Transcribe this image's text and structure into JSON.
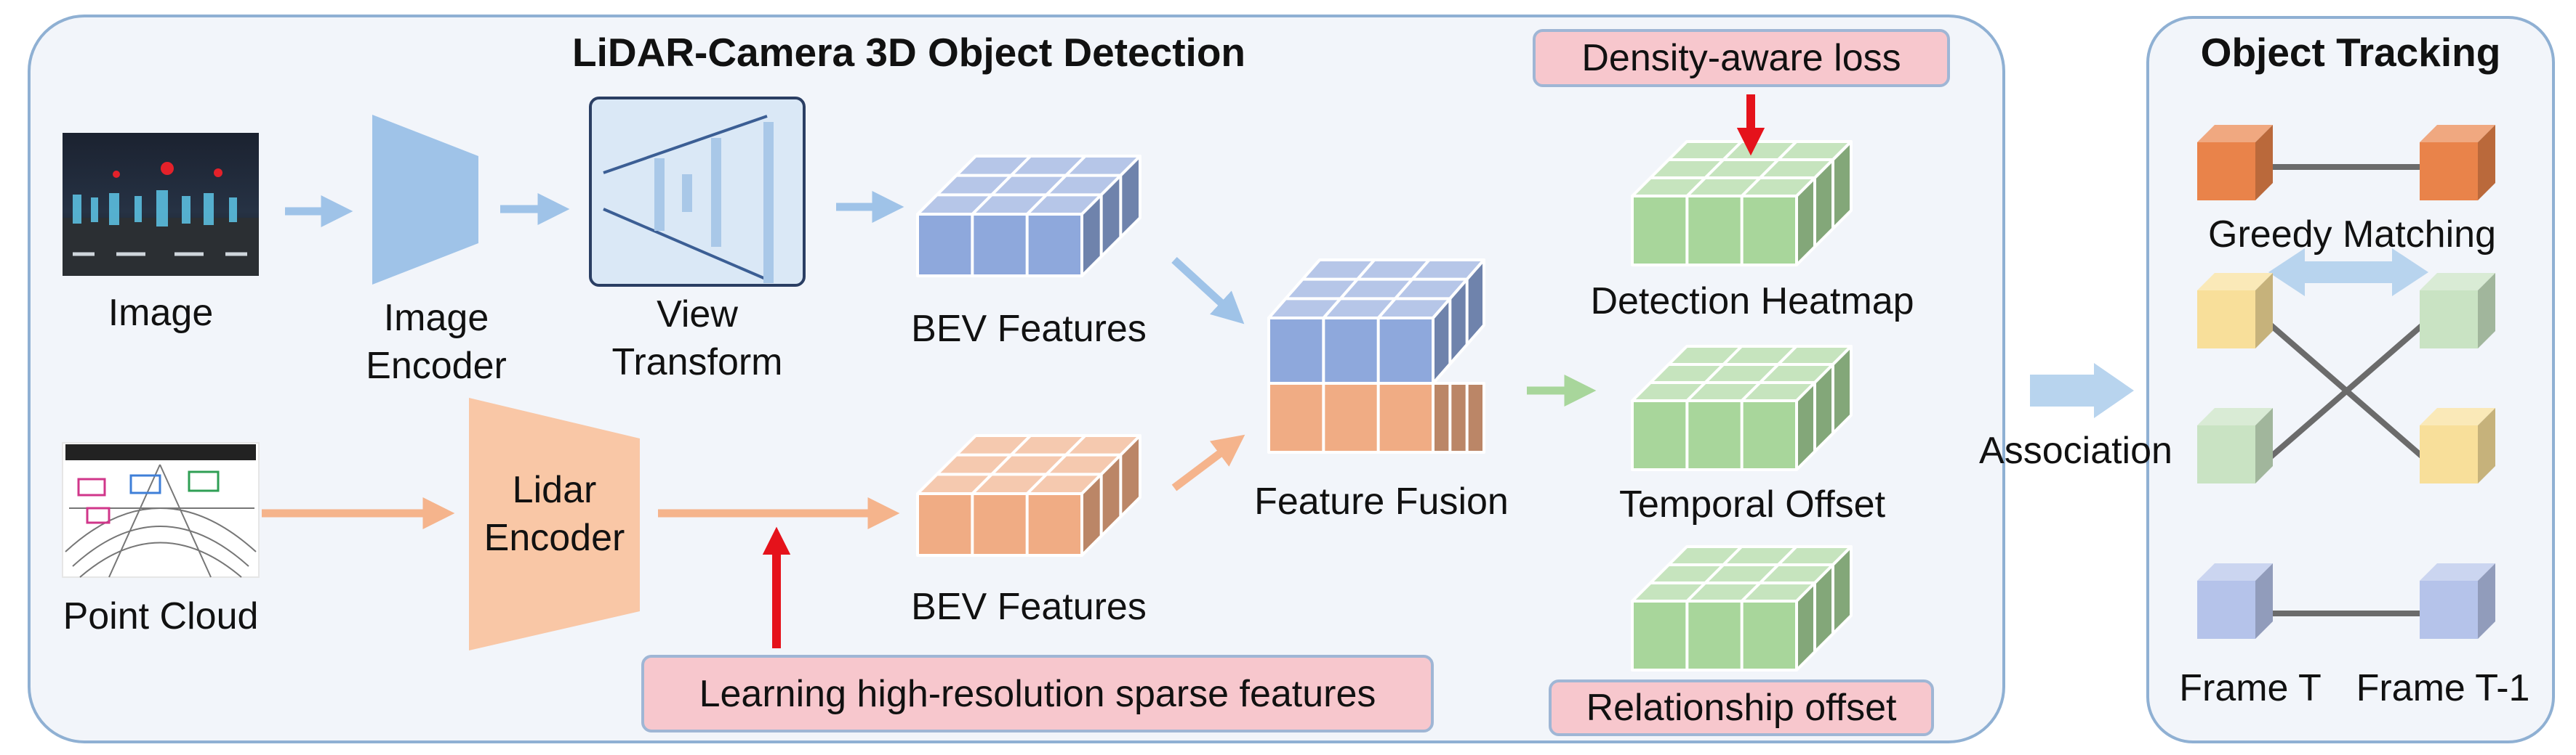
{
  "detection": {
    "title": "LiDAR-Camera 3D Object Detection",
    "image_label": "Image",
    "image_encoder_label": "Image\nEncoder",
    "view_transform_label": "View\nTransform",
    "bev_camera_label": "BEV Features",
    "point_cloud_label": "Point Cloud",
    "lidar_encoder_label": "Lidar\nEncoder",
    "bev_lidar_label": "BEV Features",
    "fusion_label": "Feature Fusion",
    "heatmap_label": "Detection Heatmap",
    "temporal_label": "Temporal Offset",
    "density_loss": "Density-aware loss",
    "sparse_features": "Learning high-resolution sparse features",
    "relationship_offset": "Relationship offset"
  },
  "association_label": "Association",
  "tracking": {
    "title": "Object Tracking",
    "greedy_label": "Greedy Matching",
    "frame_t_label": "Frame T",
    "frame_t1_label": "Frame T-1"
  },
  "colors": {
    "panel_border": "#8fb0d3",
    "panel_fill": "#f2f5fa",
    "camera_blue": "#8ea8dc",
    "lidar_orange": "#f0ac84",
    "heatmap_green": "#a8d69b",
    "highlight_pink": "#f7c7cd",
    "highlight_red": "#e5121b",
    "track_orange": "#e9834a",
    "track_yellow": "#f8df9a",
    "track_green": "#c9e3c3",
    "track_blue": "#b5c3ea"
  },
  "icons": {
    "camera_image": "street-scene-photo",
    "point_cloud": "lidar-point-cloud-scan"
  }
}
